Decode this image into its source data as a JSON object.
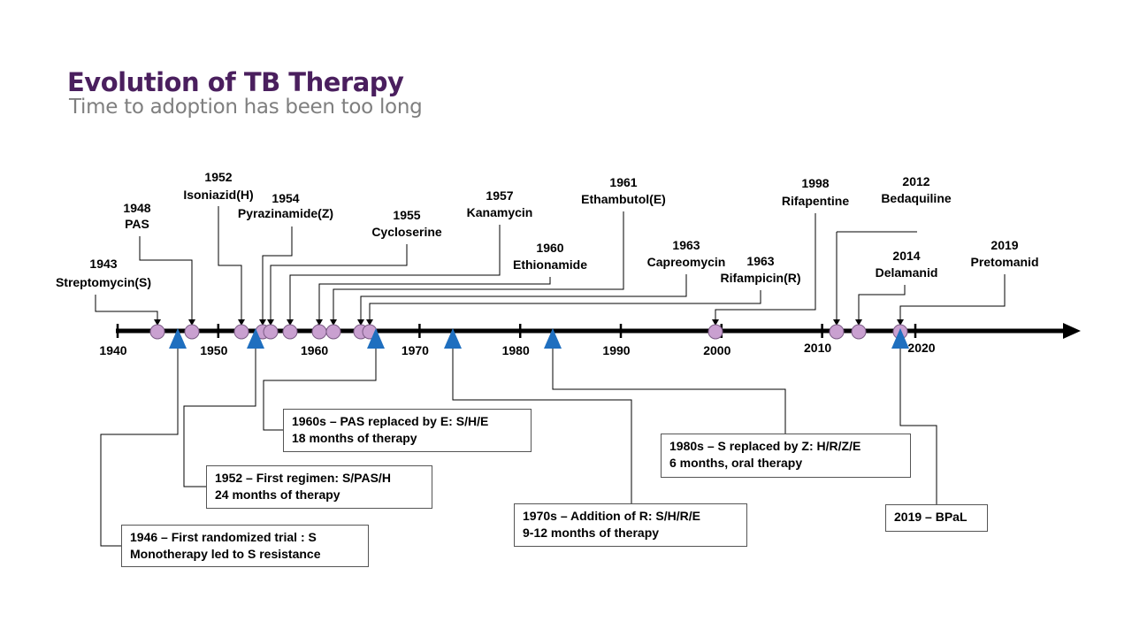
{
  "header": {
    "title": "Evolution of TB Therapy",
    "subtitle": "Time to adoption has been too long"
  },
  "axis": {
    "years": [
      "1940",
      "1950",
      "1960",
      "1970",
      "1980",
      "1990",
      "2000",
      "2010",
      "2020"
    ]
  },
  "drugs": [
    {
      "year": "1943",
      "name": "Streptomycin(S)",
      "value": 1943
    },
    {
      "year": "1948",
      "name": "PAS",
      "value": 1948
    },
    {
      "year": "1952",
      "name": "Isoniazid(H)",
      "value": 1952
    },
    {
      "year": "1954",
      "name": "Pyrazinamide(Z)",
      "value": 1954
    },
    {
      "year": "1955",
      "name": "Cycloserine",
      "value": 1955
    },
    {
      "year": "1957",
      "name": "Kanamycin",
      "value": 1957
    },
    {
      "year": "1960",
      "name": "Ethionamide",
      "value": 1960
    },
    {
      "year": "1961",
      "name": "Ethambutol(E)",
      "value": 1961
    },
    {
      "year": "1963",
      "name": "Capreomycin",
      "value": 1963
    },
    {
      "year": "1963",
      "name": "Rifampicin(R)",
      "value": 1963
    },
    {
      "year": "1998",
      "name": "Rifapentine",
      "value": 1998
    },
    {
      "year": "2012",
      "name": "Bedaquiline",
      "value": 2012
    },
    {
      "year": "2014",
      "name": "Delamanid",
      "value": 2014
    },
    {
      "year": "2019",
      "name": "Pretomanid",
      "value": 2019
    }
  ],
  "regimens": [
    {
      "line1": "1946 – First randomized trial :  S",
      "line2": "Monotherapy led to S resistance",
      "value": 1946
    },
    {
      "line1": "1952 – First regimen: S/PAS/H",
      "line2": "24 months of therapy",
      "value": 1952
    },
    {
      "line1": "1960s – PAS replaced by E: S/H/E",
      "line2": "18 months of therapy",
      "value": 1963
    },
    {
      "line1": "1970s – Addition of R: S/H/R/E",
      "line2": "9-12 months of therapy",
      "value": 1972
    },
    {
      "line1": "1980s – S replaced by Z: H/R/Z/E",
      "line2": "6 months, oral therapy",
      "value": 1982
    },
    {
      "line1": "2019 – BPaL",
      "line2": "",
      "value": 2019
    }
  ],
  "colors": {
    "title": "#4a1f5e",
    "subtitle": "#7f7f7f",
    "circle_fill": "#c9a0d0",
    "circle_stroke": "#7a5a84",
    "triangle": "#1f6fbf",
    "axis": "#000000"
  }
}
